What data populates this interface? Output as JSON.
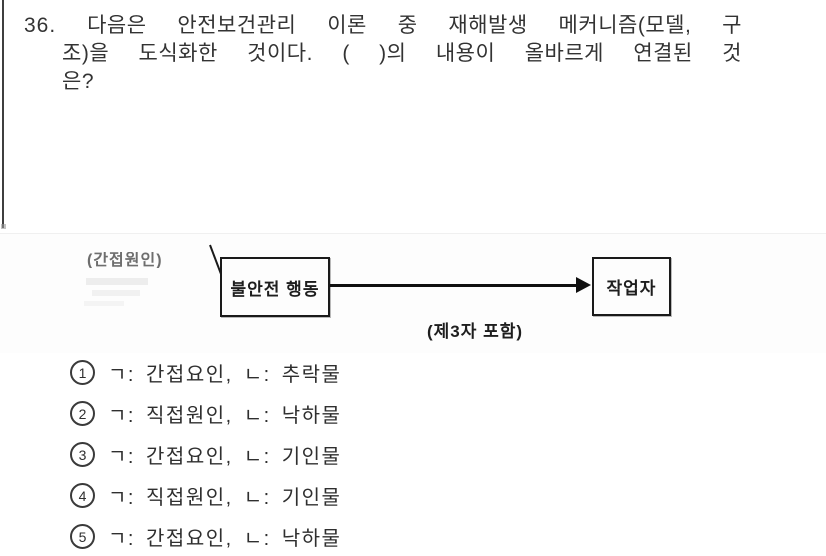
{
  "question": {
    "number": "36.",
    "lines": [
      "다음은 안전보건관리 이론 중 재해발생 메커니즘(모델, 구",
      "조)을 도식화한 것이다. ( )의 내용이 올바르게 연결된 것",
      "은?"
    ]
  },
  "diagram": {
    "clipped_label": "(간접원인)",
    "box_left": "불안전 행동",
    "box_right": "작업자",
    "arrow_caption": "(제3자 포함)"
  },
  "options": [
    {
      "num": "1",
      "label": "ㄱ: 간접요인, ㄴ: 추락물"
    },
    {
      "num": "2",
      "label": "ㄱ: 직접원인, ㄴ: 낙하물"
    },
    {
      "num": "3",
      "label": "ㄱ: 간접요인, ㄴ: 기인물"
    },
    {
      "num": "4",
      "label": "ㄱ: 직접원인, ㄴ: 기인물"
    },
    {
      "num": "5",
      "label": "ㄱ: 간접요인, ㄴ: 낙하물"
    }
  ],
  "colors": {
    "text": "#2f2f2f",
    "line": "#101010",
    "box_border": "#1a1a1a",
    "scan_rule": "#3f3f3f"
  }
}
